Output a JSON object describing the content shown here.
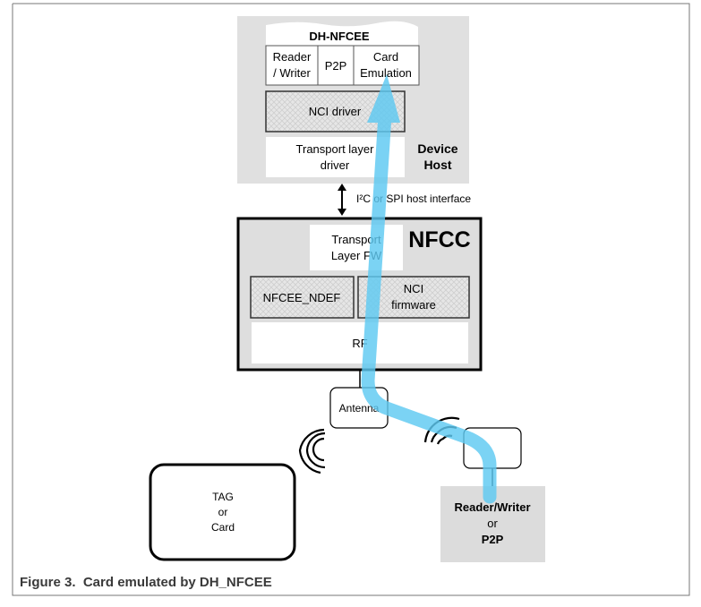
{
  "device_host": {
    "label_line1": "Device",
    "label_line2": "Host",
    "dh_nfcee": "DH-NFCEE",
    "reader_writer_line1": "Reader",
    "reader_writer_line2": "/ Writer",
    "p2p": "P2P",
    "card_emulation_line1": "Card",
    "card_emulation_line2": "Emulation",
    "nci_driver": "NCI driver",
    "transport_line1": "Transport layer",
    "transport_line2": "driver"
  },
  "interface_label": "I²C or SPI host interface",
  "nfcc": {
    "title": "NFCC",
    "transport_fw_line1": "Transport",
    "transport_fw_line2": "Layer FW",
    "nfcee_ndef": "NFCEE_NDEF",
    "nci_fw_line1": "NCI",
    "nci_fw_line2": "firmware",
    "rf": "RF"
  },
  "antenna": "Antenna",
  "tag": {
    "line1": "TAG",
    "line2": "or",
    "line3": "Card"
  },
  "reader": {
    "line1": "Reader/Writer",
    "line2": "or",
    "line3": "P2P"
  },
  "caption": "Figure 3.  Card emulated by DH_NFCEE",
  "colors": {
    "flow": "#5ec9f2",
    "gray_box": "#e0e0e0",
    "caption": "#3a3a3a"
  }
}
